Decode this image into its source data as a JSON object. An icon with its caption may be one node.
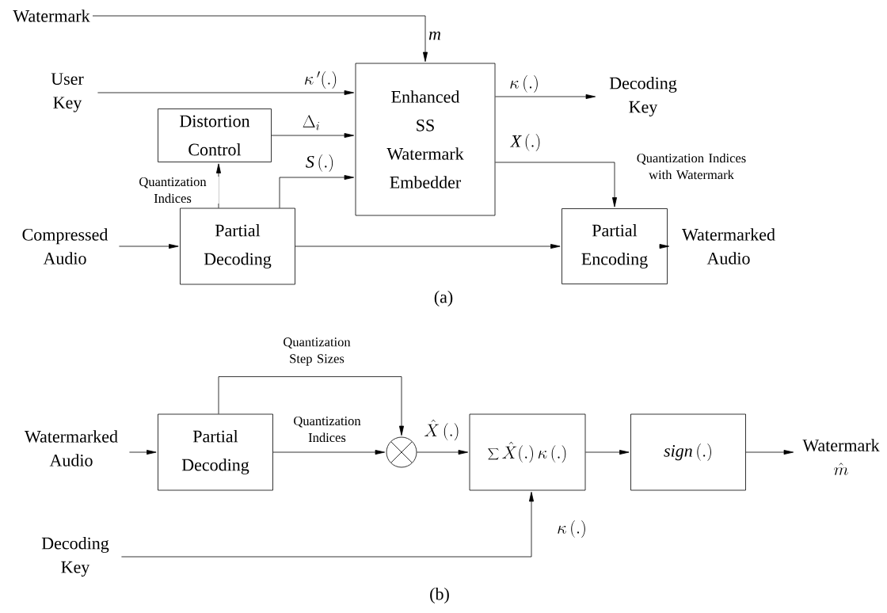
{
  "diagram": {
    "nodes": [
      {
        "text": [
          "Watermark"
        ]
      },
      {
        "text": [
          "User Key"
        ]
      },
      {
        "text": [
          "Compressed Audio"
        ]
      },
      {
        "text": [
          "Distortion Control"
        ]
      },
      {
        "text": [
          "Partial Decoding"
        ]
      },
      {
        "text": [
          "Enhanced SS Watermark Embedder"
        ]
      },
      {
        "text": [
          "Decoding Key"
        ]
      },
      {
        "text": [
          "Partial Encoding"
        ]
      },
      {
        "text": [
          "Watermarked Audio"
        ]
      },
      {
        "text": [
          "Watermarked Audio"
        ]
      },
      {
        "text": [
          "Partial Decoding"
        ]
      },
      {
        "text": [],
        "shape": "circle"
      },
      {
        "text": [
          "\\sum\\hat{X}(.)\\,\\kappa\\,(.)"
        ]
      },
      {
        "text": [
          "\\mathit{sign}\\,(.)"
        ]
      },
      {
        "text": [
          "Watermark",
          "\\hat{m}"
        ]
      },
      {
        "text": [
          "Decoding Key"
        ]
      }
    ],
    "edges": [
      {
        "from": 0,
        "to": 5,
        "arrow": "to",
        "label": "\\mathit{m}"
      },
      {
        "from": 1,
        "to": 5,
        "arrow": "to",
        "label": "\\kappa\\,'(.)"
      },
      {
        "from": 2,
        "to": 4,
        "arrow": "to"
      },
      {
        "from": 3,
        "to": 5,
        "arrow": "to",
        "label": "\\Delta_i"
      },
      {
        "from": 4,
        "to": 5,
        "arrow": "to",
        "label": "\\mathit{S}\\,(.)"
      },
      {
        "from": 4,
        "to": 3,
        "arrow": "to",
        "label": "Quantization Indices"
      },
      {
        "from": 5,
        "to": 6,
        "arrow": "to",
        "label": "\\kappa\\,(.)"
      },
      {
        "from": 5,
        "to": 7,
        "arrow": "to",
        "label": "\\mathit{X}\\,(.)"
      },
      {
        "from": 4,
        "to": 7,
        "arrow": "to"
      },
      {
        "from": 7,
        "to": 8,
        "arrow": "to"
      },
      {
        "from": 9,
        "to": 10,
        "arrow": "to"
      },
      {
        "from": 10,
        "to": 11,
        "arrow": "to",
        "label": "Quantization Indices"
      },
      {
        "from": 10,
        "to": 11,
        "arrow": "to",
        "label": "Quantization Step Sizes"
      },
      {
        "from": 11,
        "to": 12,
        "arrow": "to",
        "label": "\\hat{X}\\,(.)"
      },
      {
        "from": 15,
        "to": 12,
        "arrow": "to",
        "label": "\\kappa\\,(.)"
      },
      {
        "from": 12,
        "to": 13,
        "arrow": "to"
      },
      {
        "from": 13,
        "to": 14,
        "arrow": "to"
      }
    ],
    "labels": [
      "Quantization Indices with Watermark",
      "(a)",
      "(b)"
    ]
  }
}
